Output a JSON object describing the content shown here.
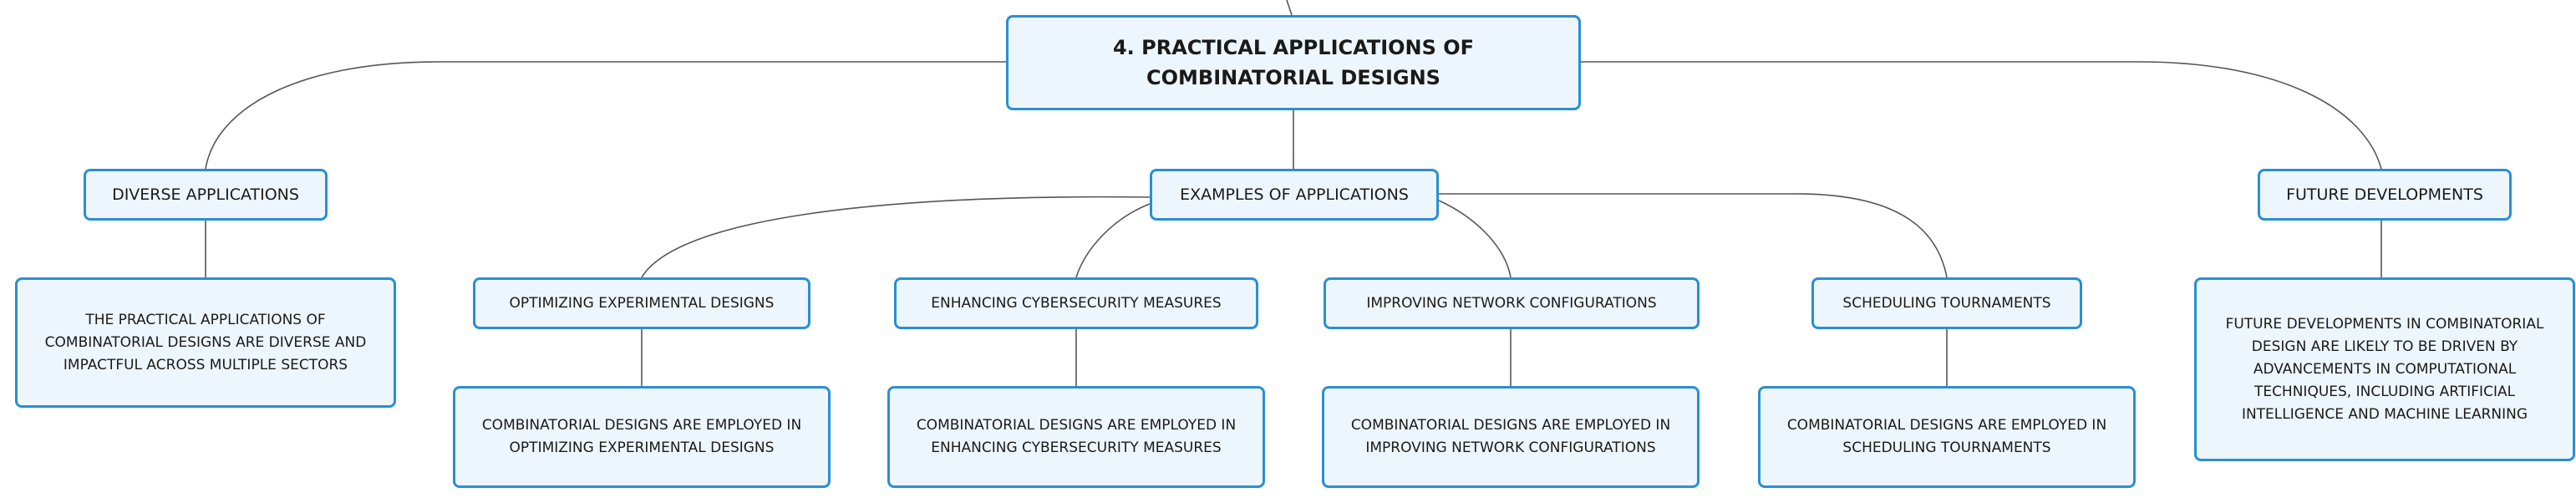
{
  "root": {
    "label": "4. PRACTICAL APPLICATIONS OF COMBINATORIAL DESIGNS"
  },
  "branches": {
    "diverse": {
      "label": "DIVERSE APPLICATIONS",
      "detail": "THE PRACTICAL APPLICATIONS OF COMBINATORIAL DESIGNS ARE DIVERSE AND IMPACTFUL ACROSS MULTIPLE SECTORS"
    },
    "examples": {
      "label": "EXAMPLES OF APPLICATIONS",
      "children": [
        {
          "label": "OPTIMIZING EXPERIMENTAL DESIGNS",
          "detail": "COMBINATORIAL DESIGNS ARE EMPLOYED IN OPTIMIZING EXPERIMENTAL DESIGNS"
        },
        {
          "label": "ENHANCING CYBERSECURITY MEASURES",
          "detail": "COMBINATORIAL DESIGNS ARE EMPLOYED IN ENHANCING CYBERSECURITY MEASURES"
        },
        {
          "label": "IMPROVING NETWORK CONFIGURATIONS",
          "detail": "COMBINATORIAL DESIGNS ARE EMPLOYED IN IMPROVING NETWORK CONFIGURATIONS"
        },
        {
          "label": "SCHEDULING TOURNAMENTS",
          "detail": "COMBINATORIAL DESIGNS ARE EMPLOYED IN SCHEDULING TOURNAMENTS"
        }
      ]
    },
    "future": {
      "label": "FUTURE DEVELOPMENTS",
      "detail": "FUTURE DEVELOPMENTS IN COMBINATORIAL DESIGN ARE LIKELY TO BE DRIVEN BY ADVANCEMENTS IN COMPUTATIONAL TECHNIQUES, INCLUDING ARTIFICIAL INTELLIGENCE AND MACHINE LEARNING"
    }
  },
  "colors": {
    "border": "#2a8fd2",
    "fill": "#eef6fd",
    "line": "#555555"
  }
}
